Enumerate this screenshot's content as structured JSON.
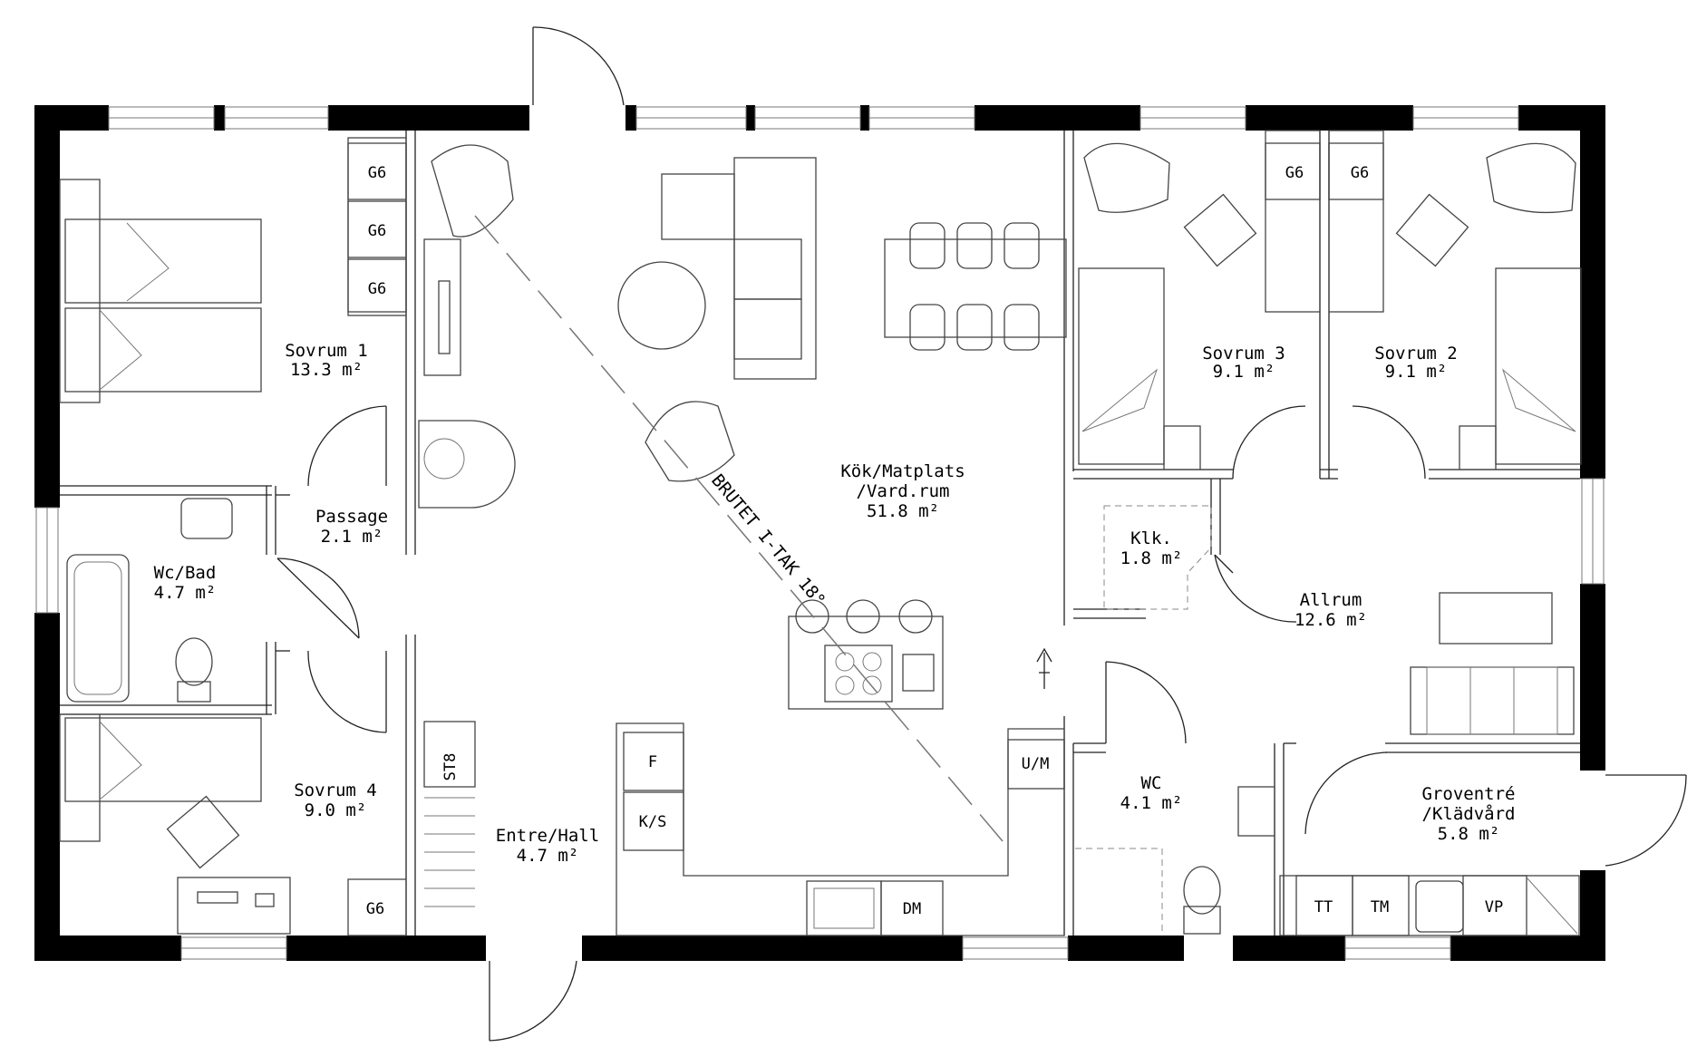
{
  "rooms": [
    {
      "name": "Sovrum 1",
      "area": "13.3 m²"
    },
    {
      "name": "Passage",
      "area": "2.1 m²"
    },
    {
      "name": "Wc/Bad",
      "area": "4.7 m²"
    },
    {
      "name": "Sovrum 4",
      "area": "9.0 m²"
    },
    {
      "name": "Entre/Hall",
      "area": "4.7 m²"
    },
    {
      "name": "Kök/Matplats",
      "name2": "/Vard.rum",
      "area": "51.8 m²"
    },
    {
      "name": "Sovrum 3",
      "area": "9.1 m²"
    },
    {
      "name": "Sovrum 2",
      "area": "9.1 m²"
    },
    {
      "name": "Klk.",
      "area": "1.8 m²"
    },
    {
      "name": "Allrum",
      "area": "12.6 m²"
    },
    {
      "name": "WC",
      "area": "4.1 m²"
    },
    {
      "name": "Groventré",
      "name2": "/Klädvård",
      "area": "5.8 m²"
    }
  ],
  "ceiling_note": "BRUTET I-TAK 18°",
  "fixtures": {
    "wardrobe": "G6",
    "storage": "ST8",
    "fridge": "F",
    "fridge_freezer": "K/S",
    "dishwasher": "DM",
    "oven_micro": "U/M",
    "dryer": "TT",
    "washer": "TM",
    "water_heater": "VP"
  }
}
